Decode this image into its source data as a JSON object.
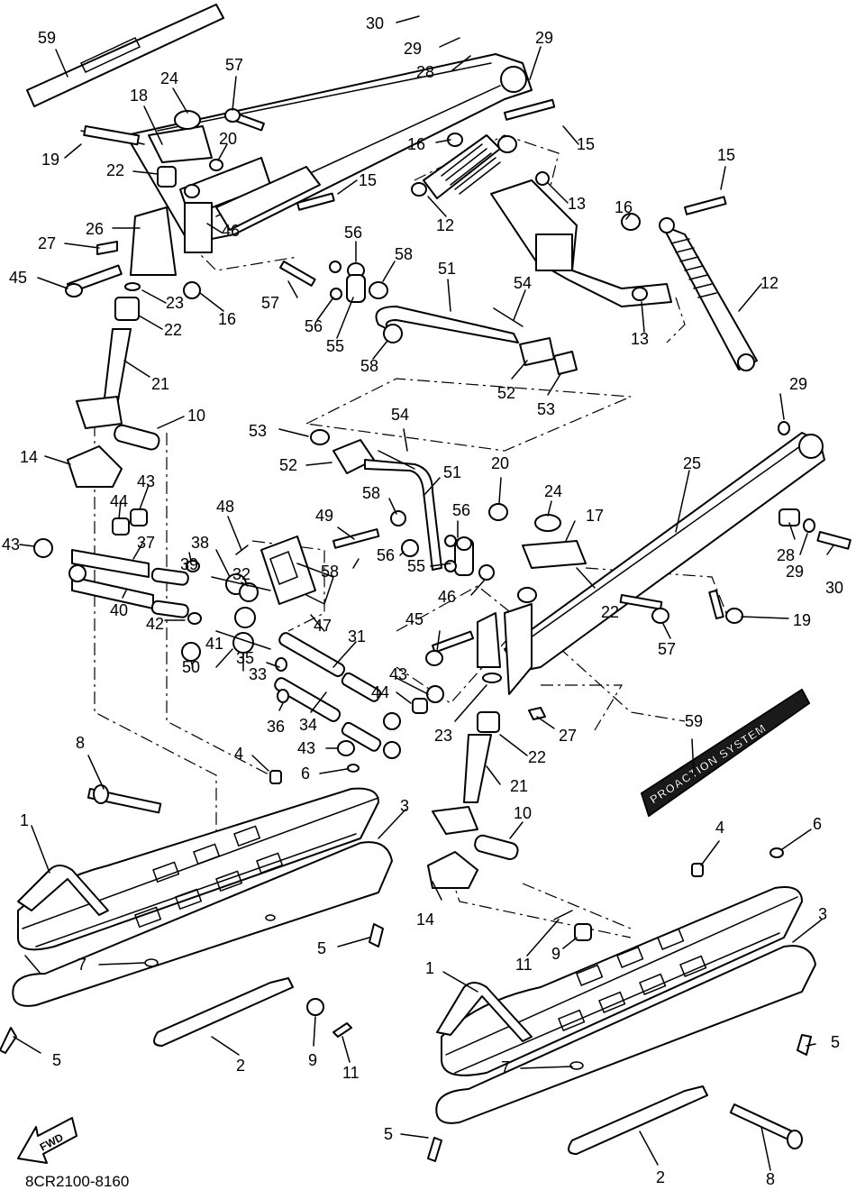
{
  "diagram": {
    "drawing_code": "8CR2100-8160",
    "decal_text": "PROACTION SYSTEM",
    "fwd_label": "FWD"
  },
  "callouts": [
    {
      "id": "c59a",
      "text": "59"
    },
    {
      "id": "c24a",
      "text": "24"
    },
    {
      "id": "c18a",
      "text": "18"
    },
    {
      "id": "c57a",
      "text": "57"
    },
    {
      "id": "c20a",
      "text": "20"
    },
    {
      "id": "c19a",
      "text": "19"
    },
    {
      "id": "c22a",
      "text": "22"
    },
    {
      "id": "c26a",
      "text": "26"
    },
    {
      "id": "c27a",
      "text": "27"
    },
    {
      "id": "c45a",
      "text": "45"
    },
    {
      "id": "c46a",
      "text": "46"
    },
    {
      "id": "c16a",
      "text": "16"
    },
    {
      "id": "c23a",
      "text": "23"
    },
    {
      "id": "c22b",
      "text": "22"
    },
    {
      "id": "c21a",
      "text": "21"
    },
    {
      "id": "c10a",
      "text": "10"
    },
    {
      "id": "c14a",
      "text": "14"
    },
    {
      "id": "c43a",
      "text": "43"
    },
    {
      "id": "c44a",
      "text": "44"
    },
    {
      "id": "c43b",
      "text": "43"
    },
    {
      "id": "c37a",
      "text": "37"
    },
    {
      "id": "c40a",
      "text": "40"
    },
    {
      "id": "c42a",
      "text": "42"
    },
    {
      "id": "c39a",
      "text": "39"
    },
    {
      "id": "c38a",
      "text": "38"
    },
    {
      "id": "c48a",
      "text": "48"
    },
    {
      "id": "c32a",
      "text": "32"
    },
    {
      "id": "c50a",
      "text": "50"
    },
    {
      "id": "c41a",
      "text": "41"
    },
    {
      "id": "c35a",
      "text": "35"
    },
    {
      "id": "c33a",
      "text": "33"
    },
    {
      "id": "c36a",
      "text": "36"
    },
    {
      "id": "c34a",
      "text": "34"
    },
    {
      "id": "c31a",
      "text": "31"
    },
    {
      "id": "c47a",
      "text": "47"
    },
    {
      "id": "c49a",
      "text": "49"
    },
    {
      "id": "c30a",
      "text": "30"
    },
    {
      "id": "c29a",
      "text": "29"
    },
    {
      "id": "c29b",
      "text": "29"
    },
    {
      "id": "c28a",
      "text": "28"
    },
    {
      "id": "c16b",
      "text": "16"
    },
    {
      "id": "c15a",
      "text": "15"
    },
    {
      "id": "c15b",
      "text": "15"
    },
    {
      "id": "c13a",
      "text": "13"
    },
    {
      "id": "c12a",
      "text": "12"
    },
    {
      "id": "c15c",
      "text": "15"
    },
    {
      "id": "c16c",
      "text": "16"
    },
    {
      "id": "c12b",
      "text": "12"
    },
    {
      "id": "c13b",
      "text": "13"
    },
    {
      "id": "c56a",
      "text": "56"
    },
    {
      "id": "c58a",
      "text": "58"
    },
    {
      "id": "c57b",
      "text": "57"
    },
    {
      "id": "c56b",
      "text": "56"
    },
    {
      "id": "c55a",
      "text": "55"
    },
    {
      "id": "c58b",
      "text": "58"
    },
    {
      "id": "c51a",
      "text": "51"
    },
    {
      "id": "c54a",
      "text": "54"
    },
    {
      "id": "c52a",
      "text": "52"
    },
    {
      "id": "c53a",
      "text": "53"
    },
    {
      "id": "c53b",
      "text": "53"
    },
    {
      "id": "c54b",
      "text": "54"
    },
    {
      "id": "c52b",
      "text": "52"
    },
    {
      "id": "c51b",
      "text": "51"
    },
    {
      "id": "c58c",
      "text": "58"
    },
    {
      "id": "c56c",
      "text": "56"
    },
    {
      "id": "c58d",
      "text": "58"
    },
    {
      "id": "c56d",
      "text": "56"
    },
    {
      "id": "c55b",
      "text": "55"
    },
    {
      "id": "c46b",
      "text": "46"
    },
    {
      "id": "c20b",
      "text": "20"
    },
    {
      "id": "c24b",
      "text": "24"
    },
    {
      "id": "c17a",
      "text": "17"
    },
    {
      "id": "c25a",
      "text": "25"
    },
    {
      "id": "c29c",
      "text": "29"
    },
    {
      "id": "c28b",
      "text": "28"
    },
    {
      "id": "c29d",
      "text": "29"
    },
    {
      "id": "c30b",
      "text": "30"
    },
    {
      "id": "c19b",
      "text": "19"
    },
    {
      "id": "c57c",
      "text": "57"
    },
    {
      "id": "c22c",
      "text": "22"
    },
    {
      "id": "c45b",
      "text": "45"
    },
    {
      "id": "c43c",
      "text": "43"
    },
    {
      "id": "c44b",
      "text": "44"
    },
    {
      "id": "c23b",
      "text": "23"
    },
    {
      "id": "c27b",
      "text": "27"
    },
    {
      "id": "c22d",
      "text": "22"
    },
    {
      "id": "c59b",
      "text": "59"
    },
    {
      "id": "c21b",
      "text": "21"
    },
    {
      "id": "c10b",
      "text": "10"
    },
    {
      "id": "c43d",
      "text": "43"
    },
    {
      "id": "c6a",
      "text": "6"
    },
    {
      "id": "c8a",
      "text": "8"
    },
    {
      "id": "c4a",
      "text": "4"
    },
    {
      "id": "c3a",
      "text": "3"
    },
    {
      "id": "c1a",
      "text": "1"
    },
    {
      "id": "c7a",
      "text": "7"
    },
    {
      "id": "c5a",
      "text": "5"
    },
    {
      "id": "c5b",
      "text": "5"
    },
    {
      "id": "c2a",
      "text": "2"
    },
    {
      "id": "c9a",
      "text": "9"
    },
    {
      "id": "c11a",
      "text": "11"
    },
    {
      "id": "c14b",
      "text": "14"
    },
    {
      "id": "c11b",
      "text": "11"
    },
    {
      "id": "c9b",
      "text": "9"
    },
    {
      "id": "c4b",
      "text": "4"
    },
    {
      "id": "c6b",
      "text": "6"
    },
    {
      "id": "c3b",
      "text": "3"
    },
    {
      "id": "c1b",
      "text": "1"
    },
    {
      "id": "c5c",
      "text": "5"
    },
    {
      "id": "c7b",
      "text": "7"
    },
    {
      "id": "c5d",
      "text": "5"
    },
    {
      "id": "c2b",
      "text": "2"
    },
    {
      "id": "c8b",
      "text": "8"
    }
  ]
}
